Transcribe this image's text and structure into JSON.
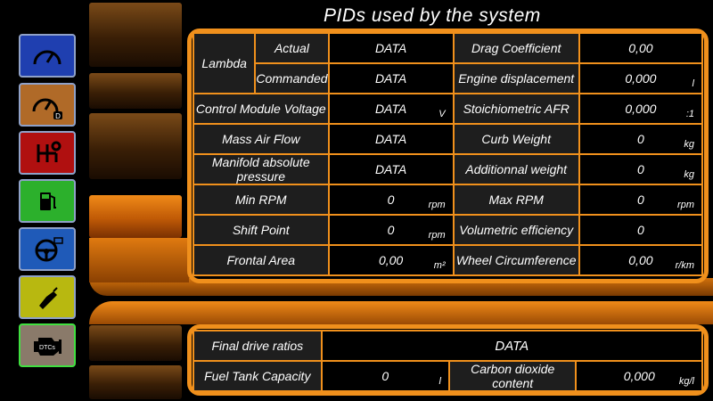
{
  "title": "PIDs used by the system",
  "sidebar": {
    "buttons": [
      {
        "name": "dashboard",
        "color": "#1f3fb0",
        "active": false
      },
      {
        "name": "dashboard-d",
        "color": "#b06a28",
        "active": false,
        "badge": "D"
      },
      {
        "name": "gearbox",
        "color": "#b01010",
        "active": false
      },
      {
        "name": "fuel",
        "color": "#2cb02c",
        "active": false
      },
      {
        "name": "steering",
        "color": "#1f5ab8",
        "active": false
      },
      {
        "name": "nozzle",
        "color": "#b8b810",
        "active": false
      },
      {
        "name": "dtcs",
        "color": "#8a7a6a",
        "active": true,
        "badge": "DTCs"
      }
    ]
  },
  "table1": {
    "lambda_label": "Lambda",
    "actual_label": "Actual",
    "actual_value": "DATA",
    "commanded_label": "Commanded",
    "commanded_value": "DATA",
    "drag_label": "Drag Coefficient",
    "drag_value": "0,00",
    "displacement_label": "Engine displacement",
    "displacement_value": "0,000",
    "displacement_unit": "l",
    "cmv_label": "Control Module Voltage",
    "cmv_value": "DATA",
    "cmv_unit": "V",
    "afr_label": "Stoichiometric AFR",
    "afr_value": "0,000",
    "afr_unit": ":1",
    "maf_label": "Mass Air Flow",
    "maf_value": "DATA",
    "curb_label": "Curb Weight",
    "curb_value": "0",
    "curb_unit": "kg",
    "map_label": "Manifold absolute pressure",
    "map_value": "DATA",
    "addw_label": "Additionnal weight",
    "addw_value": "0",
    "addw_unit": "kg",
    "minrpm_label": "Min RPM",
    "minrpm_value": "0",
    "minrpm_unit": "rpm",
    "maxrpm_label": "Max RPM",
    "maxrpm_value": "0",
    "maxrpm_unit": "rpm",
    "shift_label": "Shift Point",
    "shift_value": "0",
    "shift_unit": "rpm",
    "vol_label": "Volumetric efficiency",
    "vol_value": "0",
    "frontal_label": "Frontal Area",
    "frontal_value": "0,00",
    "frontal_unit": "m²",
    "wheel_label": "Wheel Circumference",
    "wheel_value": "0,00",
    "wheel_unit": "r/km"
  },
  "table2": {
    "fdr_label": "Final drive ratios",
    "fdr_value": "DATA",
    "tank_label": "Fuel Tank Capacity",
    "tank_value": "0",
    "tank_unit": "l",
    "co2_label": "Carbon dioxide content",
    "co2_value": "0,000",
    "co2_unit": "kg/l"
  }
}
